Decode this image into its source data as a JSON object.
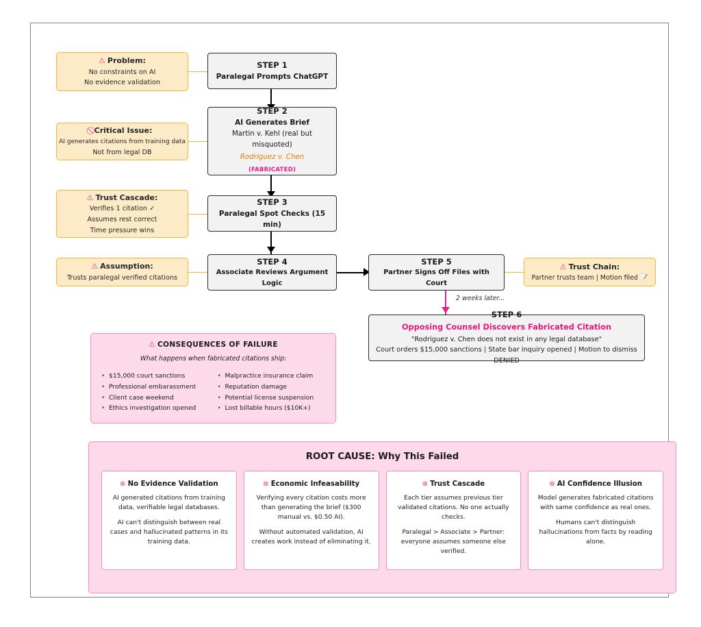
{
  "diagram": {
    "title": "AI Fabricated Legal Citation Failure Flow",
    "colors": {
      "step_fill": "#f2f2f2",
      "step_border": "#2b2b2b",
      "annotation_fill": "#fdeac6",
      "annotation_border": "#f0b73a",
      "pink_panel_fill": "#fcdaea",
      "pink_panel_border": "#f48fc4",
      "accent_magenta": "#e0218a",
      "fabricated_orange": "#e8820c",
      "frame_border": "#808080"
    }
  },
  "steps": [
    {
      "id": "step1",
      "title": "STEP 1",
      "line1": "Paralegal Prompts ChatGPT"
    },
    {
      "id": "step2",
      "title": "STEP 2",
      "line1": "AI Generates Brief",
      "line2": "Martin v. Kehl (real but misquoted)",
      "citation_fabricated": "Rodriguez v. Chen",
      "fabricated_tag": "(FABRICATED)"
    },
    {
      "id": "step3",
      "title": "STEP 3",
      "line1": "Paralegal Spot Checks (15 min)"
    },
    {
      "id": "step4",
      "title": "STEP 4",
      "line1": "Associate Reviews Argument Logic"
    },
    {
      "id": "step5",
      "title": "STEP 5",
      "line1": "Partner Signs Off Files with Court"
    },
    {
      "id": "step6",
      "title": "STEP 6",
      "alert": "Opposing Counsel Discovers Fabricated Citation",
      "quote": "\"Rodriguez v. Chen does not exist in any legal database\"",
      "outcome": "Court orders $15,000 sanctions | State bar inquiry opened | Motion to dismiss DENIED"
    }
  ],
  "annotations": [
    {
      "id": "problem",
      "icon": "warning-triangle-icon",
      "icon_glyph": "⚠",
      "title": "Problem:",
      "lines": [
        "No constraints on AI",
        "No evidence validation"
      ]
    },
    {
      "id": "critical-issue",
      "icon": "prohibition-icon",
      "icon_glyph": "⃠",
      "title": "Critical Issue:",
      "lines": [
        "AI generates citations from training data",
        "Not from legal DB"
      ]
    },
    {
      "id": "trust-cascade",
      "icon": "warning-triangle-icon",
      "icon_glyph": "⚠",
      "title": "Trust Cascade:",
      "lines": [
        "Verifies 1 citation ✓",
        "Assumes rest correct",
        "Time pressure wins"
      ]
    },
    {
      "id": "assumption",
      "icon": "warning-triangle-icon",
      "icon_glyph": "⚠",
      "title": "Assumption:",
      "lines": [
        "Trusts paralegal verified citations"
      ]
    },
    {
      "id": "trust-chain",
      "icon": "warning-triangle-icon",
      "icon_glyph": "⚠",
      "title": "Trust Chain:",
      "lines": [
        "Partner trusts team | Motion filed 📝"
      ]
    }
  ],
  "edges": {
    "delay_label": "2 weeks later..."
  },
  "consequences": {
    "icon_glyph": "⚠",
    "title": "CONSEQUENCES OF FAILURE",
    "subtitle": "What happens when fabricated citations ship:",
    "column_left": [
      "$15,000 court sanctions",
      "Professional embarassment",
      "Client case weekend",
      "Ethics investigation opened"
    ],
    "column_right": [
      "Malpractice insurance claim",
      "Reputation damage",
      "Potential license suspension",
      "Lost billable hours ($10K+)"
    ]
  },
  "root_cause": {
    "title": "ROOT CAUSE: Why This Failed",
    "icon_glyph": "⊗",
    "cards": [
      {
        "heading": "No Evidence Validation",
        "paragraphs": [
          "AI generated citations from training data, verifiable legal databases.",
          "AI can't distinguish between real cases and hallucinated patterns in its training data."
        ]
      },
      {
        "heading": "Economic Infeasability",
        "paragraphs": [
          "Verifying every citation costs more than generating the brief ($300 manual vs. $0.50 AI).",
          "Without automated validation, AI creates work instead of eliminating it."
        ]
      },
      {
        "heading": "Trust Cascade",
        "paragraphs": [
          "Each tier assumes previous tier validated citations. No one actually checks.",
          "Paralegal > Associate > Partner: everyone assumes someone else verified."
        ]
      },
      {
        "heading": "AI Confidence Illusion",
        "paragraphs": [
          "Model generates fabricated citations with same confidence as real ones.",
          "Humans can't distinguish hallucinations from facts by reading alone."
        ]
      }
    ]
  }
}
